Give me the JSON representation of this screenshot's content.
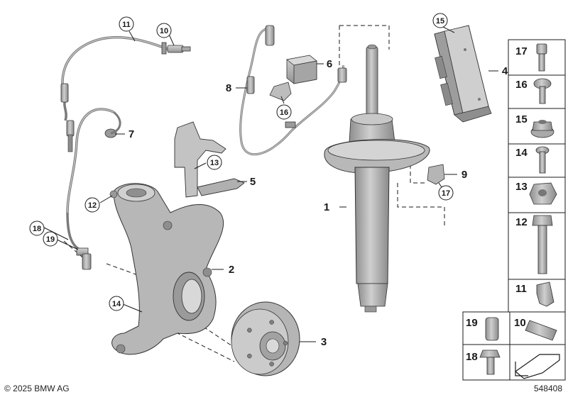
{
  "callouts": {
    "c1": "1",
    "c2": "2",
    "c3": "3",
    "c4": "4",
    "c5": "5",
    "c6": "6",
    "c7": "7",
    "c8": "8",
    "c9": "9",
    "c10": "10",
    "c11": "11",
    "c12": "12",
    "c13": "13",
    "c14": "14",
    "c15": "15",
    "c16": "16",
    "c17": "17",
    "c18": "18",
    "c19": "19"
  },
  "parts_panel": {
    "p17": "17",
    "p16": "16",
    "p15": "15",
    "p14": "14",
    "p13": "13",
    "p12": "12",
    "p11": "11",
    "p19": "19",
    "p10": "10",
    "p18": "18"
  },
  "footer": {
    "copyright": "© 2025 BMW AG",
    "diagram_number": "548408"
  },
  "colors": {
    "part_fill": "#b9b9b9",
    "part_dark": "#8a8a8a",
    "part_light": "#dcdcdc",
    "line": "#1a1a1a"
  }
}
